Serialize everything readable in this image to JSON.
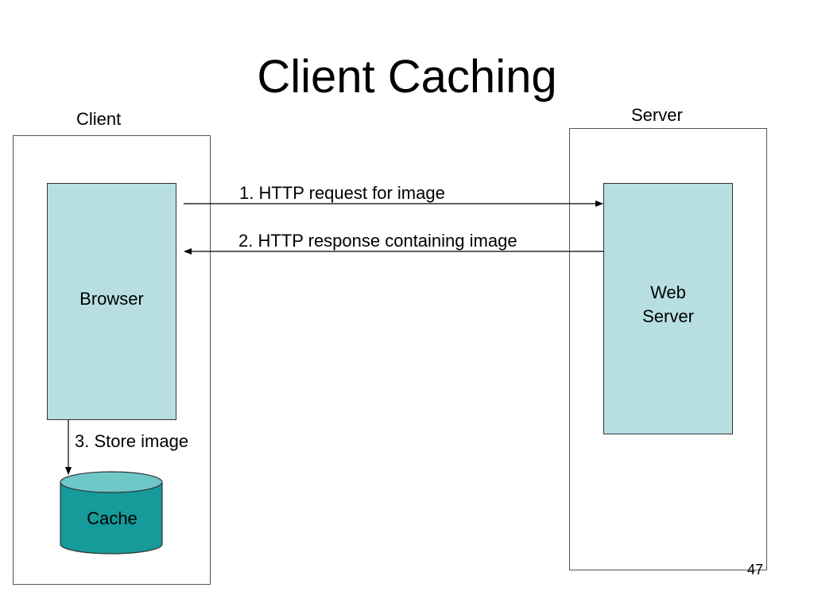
{
  "slide": {
    "title": "Client Caching",
    "page_number": "47"
  },
  "client": {
    "label": "Client",
    "browser_label": "Browser",
    "cache_label": "Cache",
    "store_step": "3. Store image"
  },
  "server": {
    "label": "Server",
    "web_server_line1": "Web",
    "web_server_line2": "Server"
  },
  "messages": {
    "request": "1. HTTP request for image",
    "response": "2. HTTP response containing image"
  },
  "colors": {
    "box_fill": "#b7dfe2",
    "cache_fill": "#169a9a",
    "cache_top": "#6fc8c8"
  }
}
